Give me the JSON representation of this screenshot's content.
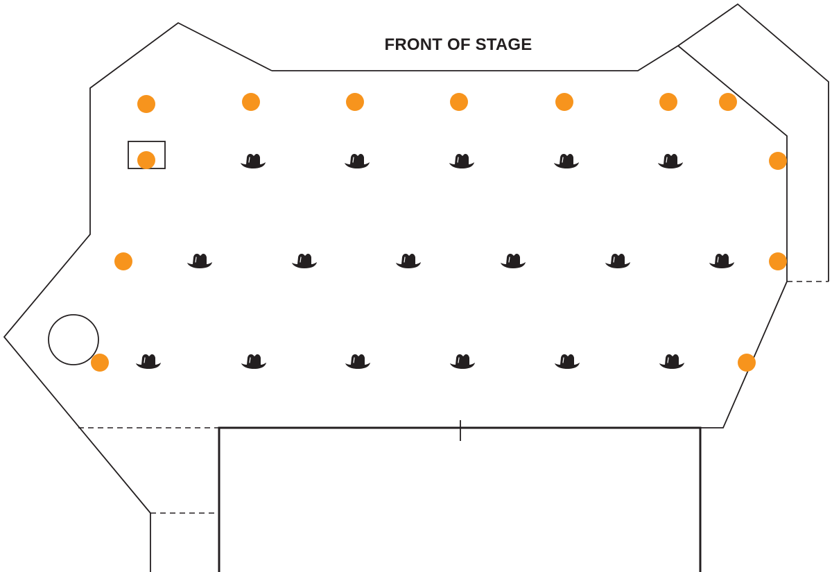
{
  "stage": {
    "label": "FRONT OF STAGE"
  },
  "colors": {
    "marker": "#f7941d",
    "line": "#231f20",
    "hat": "#231f20"
  },
  "legend_icons": {
    "position_marker": "orange-dot-icon",
    "performer": "cowboy-hat-icon",
    "highlight_box": "square-outline",
    "circle_prop": "circle-outline"
  },
  "rows": {
    "front_row_markers": 7,
    "row_2_hats": 5,
    "row_3_hats": 6,
    "row_4_hats": 6
  }
}
